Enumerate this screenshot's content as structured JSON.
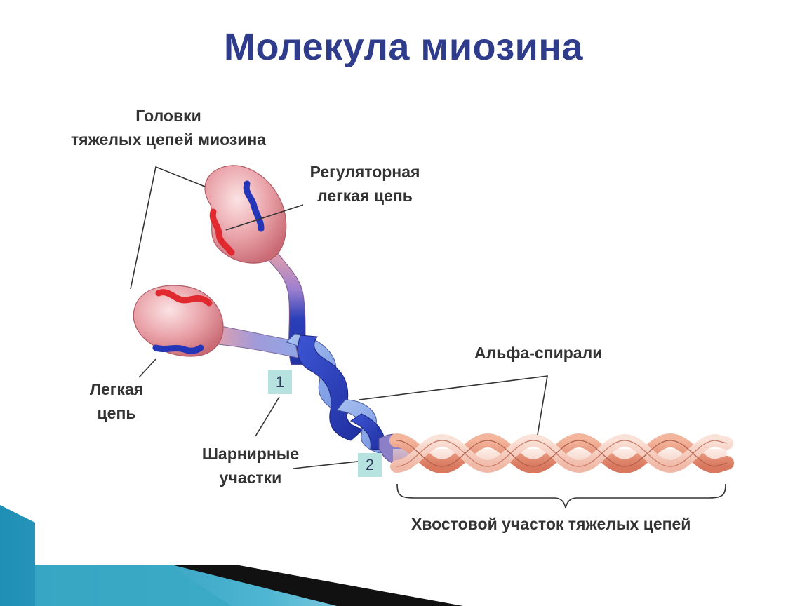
{
  "title": "Молекула миозина",
  "labels": {
    "heads_line1": "Головки",
    "heads_line2": "тяжелых цепей миозина",
    "regulatory_line1": "Регуляторная",
    "regulatory_line2": "легкая цепь",
    "light_line1": "Легкая",
    "light_line2": "цепь",
    "hinge_line1": "Шарнирные",
    "hinge_line2": "участки",
    "alpha": "Альфа-спирали",
    "tail": "Хвостовой участок тяжелых цепей"
  },
  "badges": {
    "hinge1": "1",
    "hinge2": "2"
  },
  "colors": {
    "title": "#2f3c8c",
    "head_pink": "#e8a3a8",
    "blue_chain": "#2a3fb8",
    "red_chain": "#e0353a",
    "tail_salmon": "#e99a80",
    "badge": "#b6e2e0",
    "accent_teal": "#3aa9c6"
  }
}
